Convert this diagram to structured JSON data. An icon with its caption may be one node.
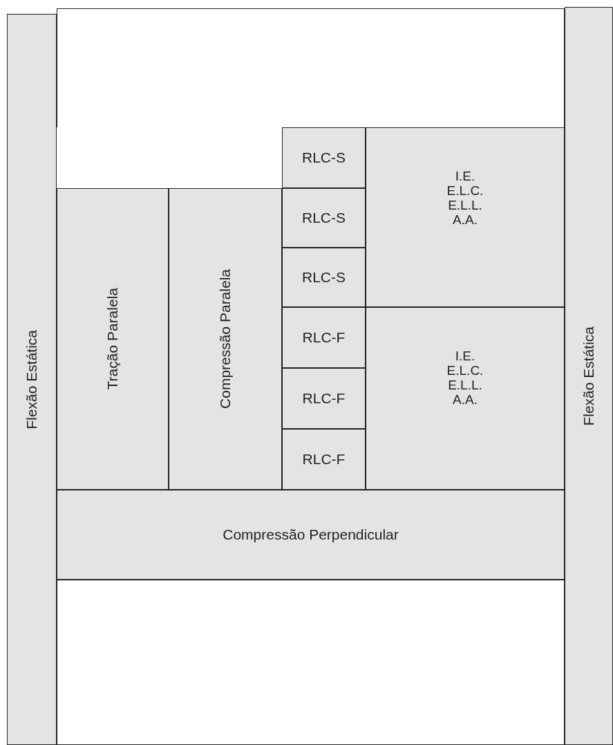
{
  "diagram": {
    "nodes": [
      {
        "text": [
          "Flexão Estática"
        ]
      },
      {
        "text": [],
        "shape": "box"
      },
      {
        "text": [
          "RLC-S"
        ]
      },
      {
        "text": [
          "I.E.",
          "E.L.C.",
          "E.L.L.",
          "A.A."
        ]
      },
      {
        "text": [
          "RLC-S"
        ]
      },
      {
        "text": [
          "RLC-S"
        ]
      },
      {
        "text": [
          "Tração Paralela"
        ]
      },
      {
        "text": [
          "Compressão Paralela"
        ]
      },
      {
        "text": [
          "RLC-F"
        ]
      },
      {
        "text": [
          "I.E.",
          "E.L.C.",
          "E.L.L.",
          "A.A."
        ]
      },
      {
        "text": [
          "RLC-F"
        ]
      },
      {
        "text": [
          "RLC-F"
        ]
      },
      {
        "text": [
          "Flexão Estática"
        ]
      },
      {
        "text": [
          "Compressão Perpendicular"
        ]
      },
      {
        "text": [],
        "shape": "box"
      }
    ]
  }
}
